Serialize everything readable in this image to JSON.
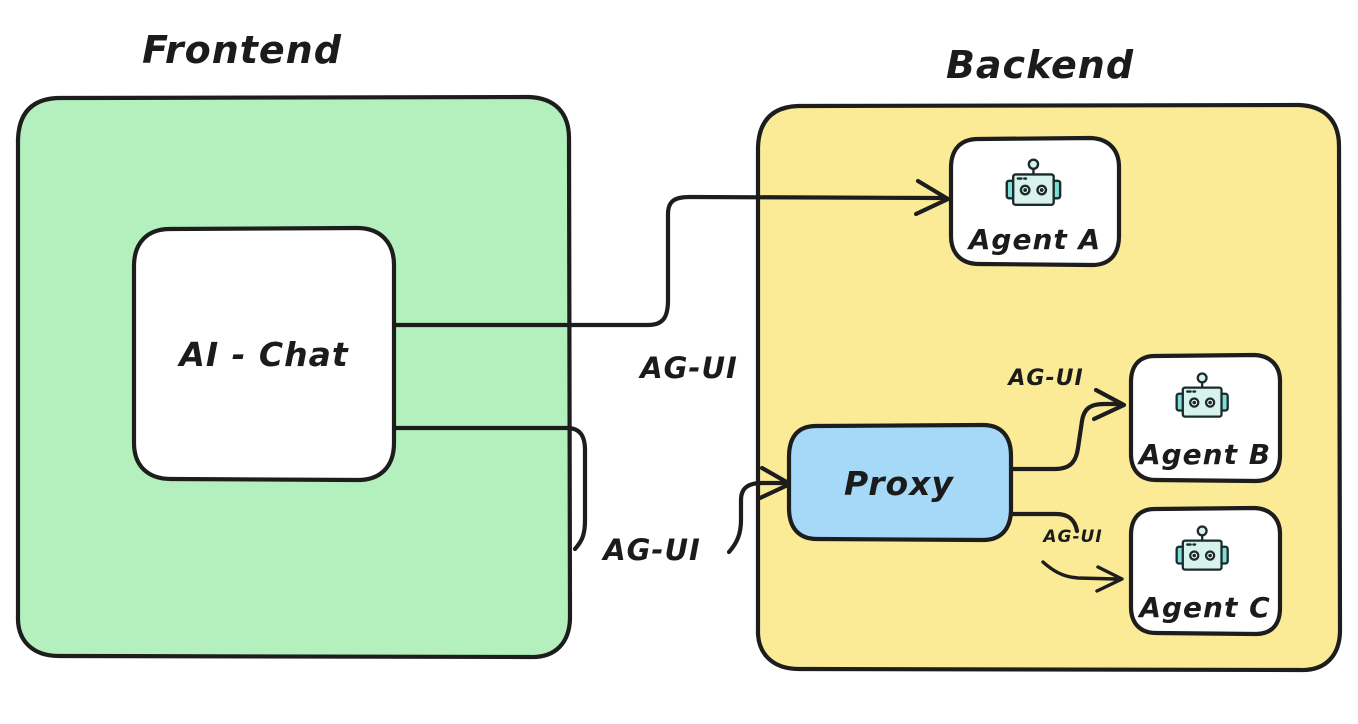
{
  "diagram": {
    "title_frontend": "Frontend",
    "title_backend": "Backend",
    "colors": {
      "frontend_fill": "#b3f0bd",
      "backend_fill": "#fbeb96",
      "proxy_fill": "#a6d8f7",
      "node_fill": "#ffffff",
      "stroke": "#1d1d1d",
      "robot_face": "#d8f2ee",
      "robot_accent": "#7fded6"
    }
  },
  "frontend": {
    "label": "Frontend",
    "nodes": [
      {
        "id": "ai-chat",
        "label": "AI - Chat"
      }
    ]
  },
  "backend": {
    "label": "Backend",
    "nodes": [
      {
        "id": "agent-a",
        "label": "Agent A",
        "icon": "robot-icon"
      },
      {
        "id": "proxy",
        "label": "Proxy"
      },
      {
        "id": "agent-b",
        "label": "Agent B",
        "icon": "robot-icon"
      },
      {
        "id": "agent-c",
        "label": "Agent C",
        "icon": "robot-icon"
      }
    ]
  },
  "edges": [
    {
      "id": "chat-to-agent-a",
      "from": "ai-chat",
      "to": "agent-a",
      "label": "AG-UI"
    },
    {
      "id": "chat-to-proxy",
      "from": "ai-chat",
      "to": "proxy",
      "label": "AG-UI"
    },
    {
      "id": "proxy-to-agent-b",
      "from": "proxy",
      "to": "agent-b",
      "label": "AG-UI"
    },
    {
      "id": "proxy-to-agent-c",
      "from": "proxy",
      "to": "agent-c",
      "label": "AG-UI"
    }
  ]
}
